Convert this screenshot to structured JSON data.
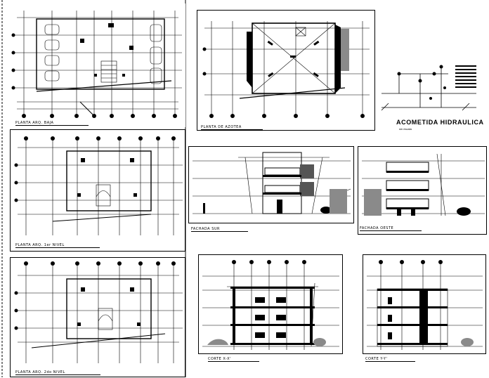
{
  "panels": {
    "planta_baja": "PLANTA ARQ. BAJA",
    "planta_azotea": "PLANTA DE AZOTEA",
    "planta_1er": "PLANTA ARQ. 1er NIVEL",
    "planta_2do": "PLANTA ARQ. 2do NIVEL",
    "fachada_sur": "FACHADA SUR",
    "fachada_oeste": "FACHADA OESTE",
    "corte_xx": "CORTE X-X'",
    "corte_yy": "CORTE Y-Y'"
  },
  "acometida": {
    "title": "ACOMETIDA HIDRAULICA",
    "subtitle": "sin escala"
  },
  "colors": {
    "line": "#000000",
    "background": "#ffffff",
    "gray": "#8a8a8a",
    "darkgray": "#555555"
  }
}
